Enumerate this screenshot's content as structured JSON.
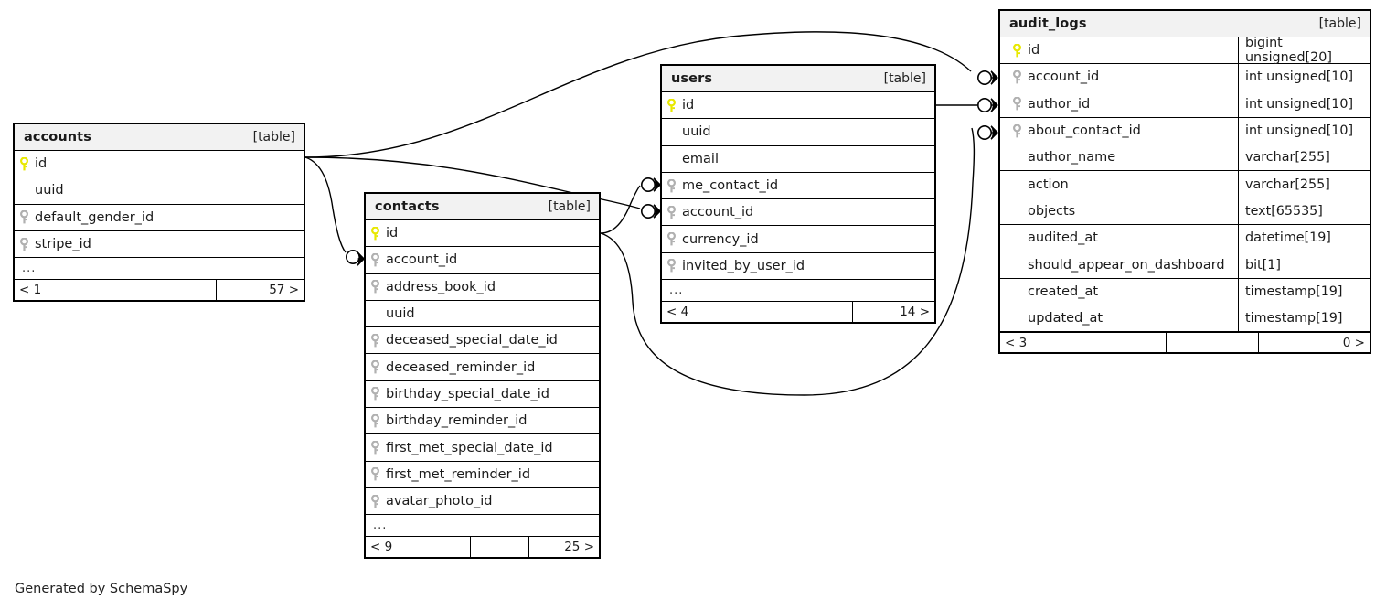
{
  "diagram": {
    "generator_caption": "Generated by SchemaSpy",
    "kind_label": "[table]",
    "accent_pk_color": "#e8e800",
    "accent_fk_color": "#b0b0b0",
    "header_bg": "#f2f2f2",
    "border_color": "#000000"
  },
  "tables": {
    "accounts": {
      "name": "accounts",
      "kind": "[table]",
      "columns": [
        {
          "name": "id",
          "key": "pk"
        },
        {
          "name": "uuid",
          "key": "none"
        },
        {
          "name": "default_gender_id",
          "key": "fk"
        },
        {
          "name": "stripe_id",
          "key": "fk"
        }
      ],
      "ellipsis": "...",
      "footer": {
        "left": "< 1",
        "middle": "",
        "right": "57 >"
      }
    },
    "contacts": {
      "name": "contacts",
      "kind": "[table]",
      "columns": [
        {
          "name": "id",
          "key": "pk"
        },
        {
          "name": "account_id",
          "key": "fk"
        },
        {
          "name": "address_book_id",
          "key": "fk"
        },
        {
          "name": "uuid",
          "key": "none"
        },
        {
          "name": "deceased_special_date_id",
          "key": "fk"
        },
        {
          "name": "deceased_reminder_id",
          "key": "fk"
        },
        {
          "name": "birthday_special_date_id",
          "key": "fk"
        },
        {
          "name": "birthday_reminder_id",
          "key": "fk"
        },
        {
          "name": "first_met_special_date_id",
          "key": "fk"
        },
        {
          "name": "first_met_reminder_id",
          "key": "fk"
        },
        {
          "name": "avatar_photo_id",
          "key": "fk"
        }
      ],
      "ellipsis": "...",
      "footer": {
        "left": "< 9",
        "middle": "",
        "right": "25 >"
      }
    },
    "users": {
      "name": "users",
      "kind": "[table]",
      "columns": [
        {
          "name": "id",
          "key": "pk"
        },
        {
          "name": "uuid",
          "key": "none"
        },
        {
          "name": "email",
          "key": "none"
        },
        {
          "name": "me_contact_id",
          "key": "fk"
        },
        {
          "name": "account_id",
          "key": "fk"
        },
        {
          "name": "currency_id",
          "key": "fk"
        },
        {
          "name": "invited_by_user_id",
          "key": "fk"
        }
      ],
      "ellipsis": "...",
      "footer": {
        "left": "< 4",
        "middle": "",
        "right": "14 >"
      }
    },
    "audit_logs": {
      "name": "audit_logs",
      "kind": "[table]",
      "columns": [
        {
          "name": "id",
          "key": "pk",
          "type": "bigint unsigned[20]"
        },
        {
          "name": "account_id",
          "key": "fk",
          "type": "int unsigned[10]"
        },
        {
          "name": "author_id",
          "key": "fk",
          "type": "int unsigned[10]"
        },
        {
          "name": "about_contact_id",
          "key": "fk",
          "type": "int unsigned[10]"
        },
        {
          "name": "author_name",
          "key": "none",
          "type": "varchar[255]"
        },
        {
          "name": "action",
          "key": "none",
          "type": "varchar[255]"
        },
        {
          "name": "objects",
          "key": "none",
          "type": "text[65535]"
        },
        {
          "name": "audited_at",
          "key": "none",
          "type": "datetime[19]"
        },
        {
          "name": "should_appear_on_dashboard",
          "key": "none",
          "type": "bit[1]"
        },
        {
          "name": "created_at",
          "key": "none",
          "type": "timestamp[19]"
        },
        {
          "name": "updated_at",
          "key": "none",
          "type": "timestamp[19]"
        }
      ],
      "footer": {
        "left": "< 3",
        "middle": "",
        "right": "0 >"
      }
    }
  },
  "relationships": [
    {
      "from_table": "accounts",
      "from_column": "id",
      "to_table": "audit_logs",
      "to_column": "account_id"
    },
    {
      "from_table": "accounts",
      "from_column": "id",
      "to_table": "users",
      "to_column": "account_id"
    },
    {
      "from_table": "accounts",
      "from_column": "id",
      "to_table": "contacts",
      "to_column": "account_id"
    },
    {
      "from_table": "contacts",
      "from_column": "id",
      "to_table": "users",
      "to_column": "me_contact_id"
    },
    {
      "from_table": "contacts",
      "from_column": "id",
      "to_table": "audit_logs",
      "to_column": "about_contact_id"
    },
    {
      "from_table": "users",
      "from_column": "id",
      "to_table": "audit_logs",
      "to_column": "author_id"
    }
  ]
}
